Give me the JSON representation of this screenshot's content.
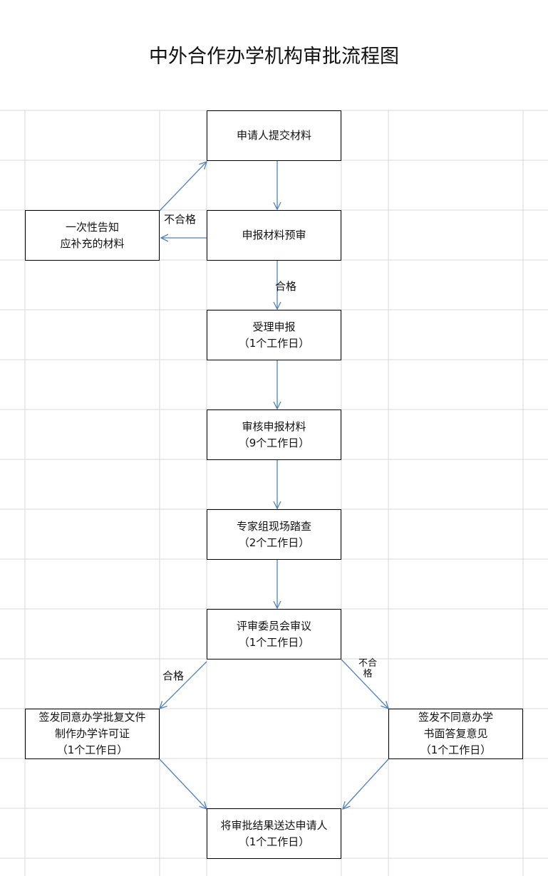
{
  "title": "中外合作办学机构审批流程图",
  "nodes": {
    "submit": [
      "申请人提交材料"
    ],
    "pre_review": [
      "申报材料预审"
    ],
    "notify": [
      "一次性告知",
      "应补充的材料"
    ],
    "accept": [
      "受理申报",
      "（1个工作日）"
    ],
    "review": [
      "审核申报材料",
      "（9个工作日）"
    ],
    "inspection": [
      "专家组现场踏查",
      "（2个工作日）"
    ],
    "committee": [
      "评审委员会审议",
      "（1个工作日）"
    ],
    "approve": [
      "签发同意办学批复文件",
      "制作办学许可证",
      "（1个工作日）"
    ],
    "reject": [
      "签发不同意办学",
      "书面答复意见",
      "（1个工作日）"
    ],
    "deliver": [
      "将审批结果送达申请人",
      "（1个工作日）"
    ]
  },
  "edge_labels": {
    "pre_fail": "不合格",
    "pre_pass": "合格",
    "committee_pass": "合格",
    "committee_fail": [
      "不合",
      "格"
    ]
  },
  "colors": {
    "arrow": "#4f81bd",
    "grid": "#d9d9d9",
    "border": "#000000"
  }
}
